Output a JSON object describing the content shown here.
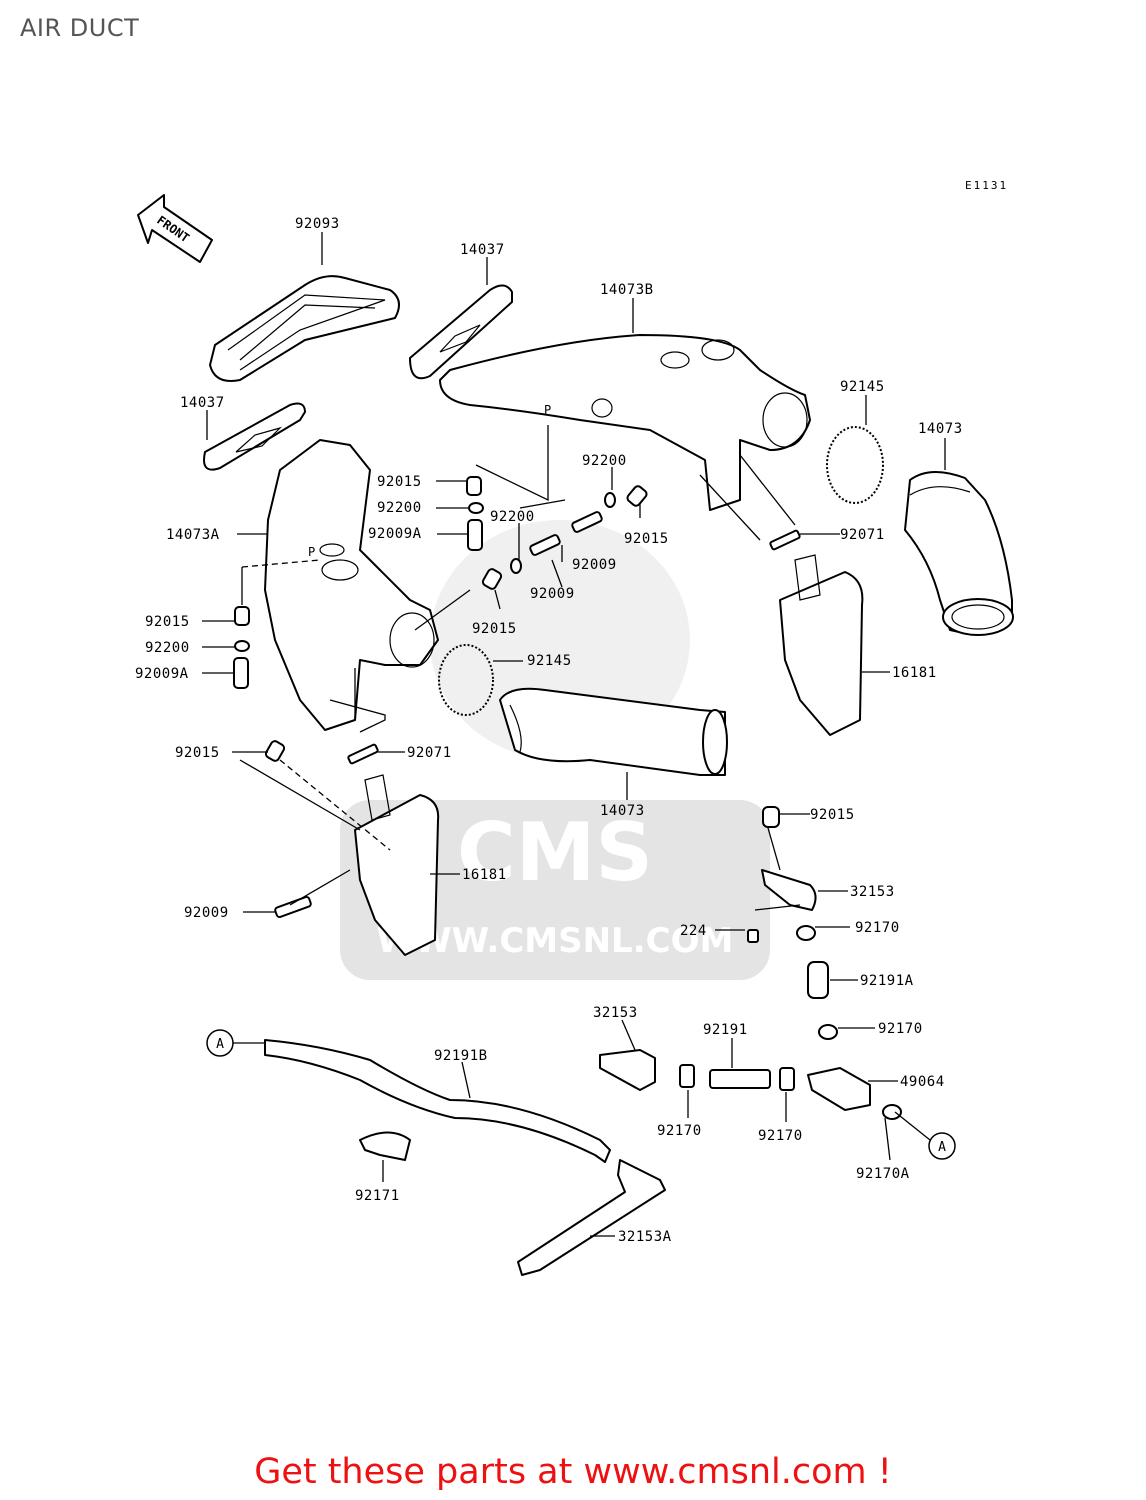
{
  "title": "AIR DUCT",
  "diagram_code": "E1131",
  "front_label": "FRONT",
  "ref_marker": "A",
  "tag_p": "P",
  "watermark": {
    "logo": "CMS",
    "url": "WWW.CMSNL.COM"
  },
  "callouts": [
    "92093",
    "14037",
    "14073B",
    "14037",
    "92145",
    "14073",
    "92015",
    "92200",
    "92200",
    "92009A",
    "92200",
    "92015",
    "14073A",
    "92009",
    "92009",
    "92071",
    "92015",
    "92015",
    "92200",
    "92145",
    "92009A",
    "16181",
    "92015",
    "92071",
    "14073",
    "92015",
    "16181",
    "32153",
    "92009",
    "224",
    "92170",
    "92191A",
    "32153",
    "92170",
    "92191",
    "92191B",
    "49064",
    "92170",
    "92170",
    "92170A",
    "92171",
    "32153A"
  ],
  "promo": "Get these parts at www.cmsnl.com !"
}
